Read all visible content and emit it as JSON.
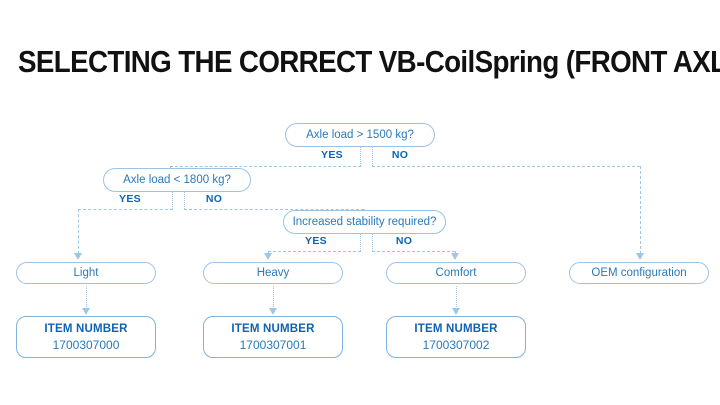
{
  "page": {
    "title": "SELECTING THE CORRECT VB-CoilSpring (FRONT AXLE)"
  },
  "colors": {
    "title_text": "#111111",
    "node_border": "#9cc3e5",
    "node_text": "#2a7ab9",
    "branch_label": "#0d63b4",
    "item_title": "#0d63b4",
    "connector": "#9cc8e8",
    "background": "#ffffff"
  },
  "flowchart": {
    "decisions": [
      {
        "id": "axle-load-1500",
        "label": "Axle load > 1500 kg?",
        "yes_label": "YES",
        "no_label": "NO"
      },
      {
        "id": "axle-load-1800",
        "label": "Axle load < 1800 kg?",
        "yes_label": "YES",
        "no_label": "NO"
      },
      {
        "id": "increased-stability",
        "label": "Increased stability required?",
        "yes_label": "YES",
        "no_label": "NO"
      }
    ],
    "results": [
      {
        "id": "light",
        "label": "Light"
      },
      {
        "id": "heavy",
        "label": "Heavy"
      },
      {
        "id": "comfort",
        "label": "Comfort"
      },
      {
        "id": "oem",
        "label": "OEM configuration"
      }
    ],
    "items": [
      {
        "id": "item-light",
        "title": "ITEM NUMBER",
        "number": "1700307000"
      },
      {
        "id": "item-heavy",
        "title": "ITEM NUMBER",
        "number": "1700307001"
      },
      {
        "id": "item-comfort",
        "title": "ITEM NUMBER",
        "number": "1700307002"
      }
    ]
  }
}
